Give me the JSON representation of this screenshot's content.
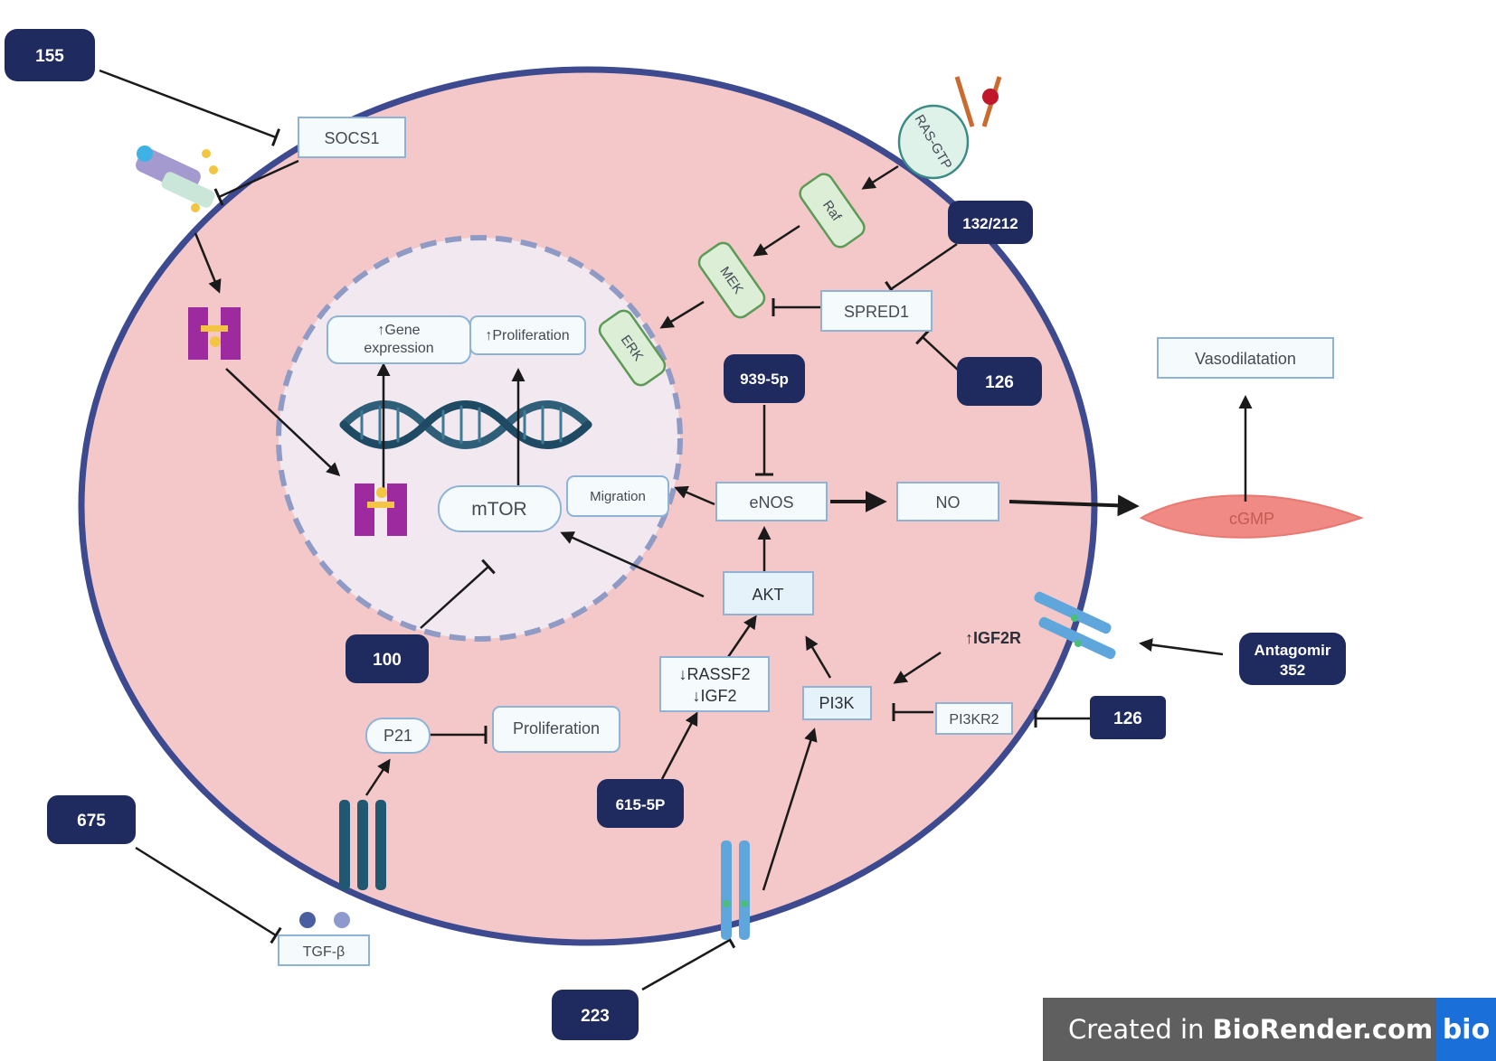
{
  "mirnas": {
    "m155": "155",
    "m132_212": "132/212",
    "m126_top": "126",
    "m939": "939-5p",
    "m100": "100",
    "m675": "675",
    "m615": "615-5P",
    "m223": "223",
    "m_antagomir_1": "Antagomir",
    "m_antagomir_2": "352",
    "m126_bottom": "126"
  },
  "labels": {
    "socs1": "SOCS1",
    "ras_gtp": "RAS-GTP",
    "raf": "Raf",
    "mek": "MEK",
    "erk": "ERK",
    "spred1": "SPRED1",
    "gene_expression_1": "↑Gene",
    "gene_expression_2": "expression",
    "proliferation_up": "↑Proliferation",
    "mtor": "mTOR",
    "migration": "Migration",
    "enos": "eNOS",
    "no": "NO",
    "cgmp": "cGMP",
    "vasodilatation": "Vasodilatation",
    "akt": "AKT",
    "igf2r": "↑IGF2R",
    "rassf2": "↓RASSF2",
    "igf2": "↓IGF2",
    "pi3k": "PI3K",
    "pi3kr2": "PI3KR2",
    "p21": "P21",
    "proliferation": "Proliferation",
    "tgf_beta": "TGF-β"
  },
  "watermark": {
    "prefix": "Created in ",
    "brand": "BioRender.com",
    "logo": "bio"
  },
  "colors": {
    "cell_fill": "#f4c8c8",
    "cell_border": "#3d4a8f",
    "nucleus_fill": "#f1e8f0",
    "nucleus_border": "#8f9bc4",
    "mirna_fill": "#1f2a5e",
    "box_border": "#8fb3d6",
    "erk_fill": "#dcefd6",
    "erk_border": "#5d9a57",
    "arrow": "#1a1a1a"
  }
}
